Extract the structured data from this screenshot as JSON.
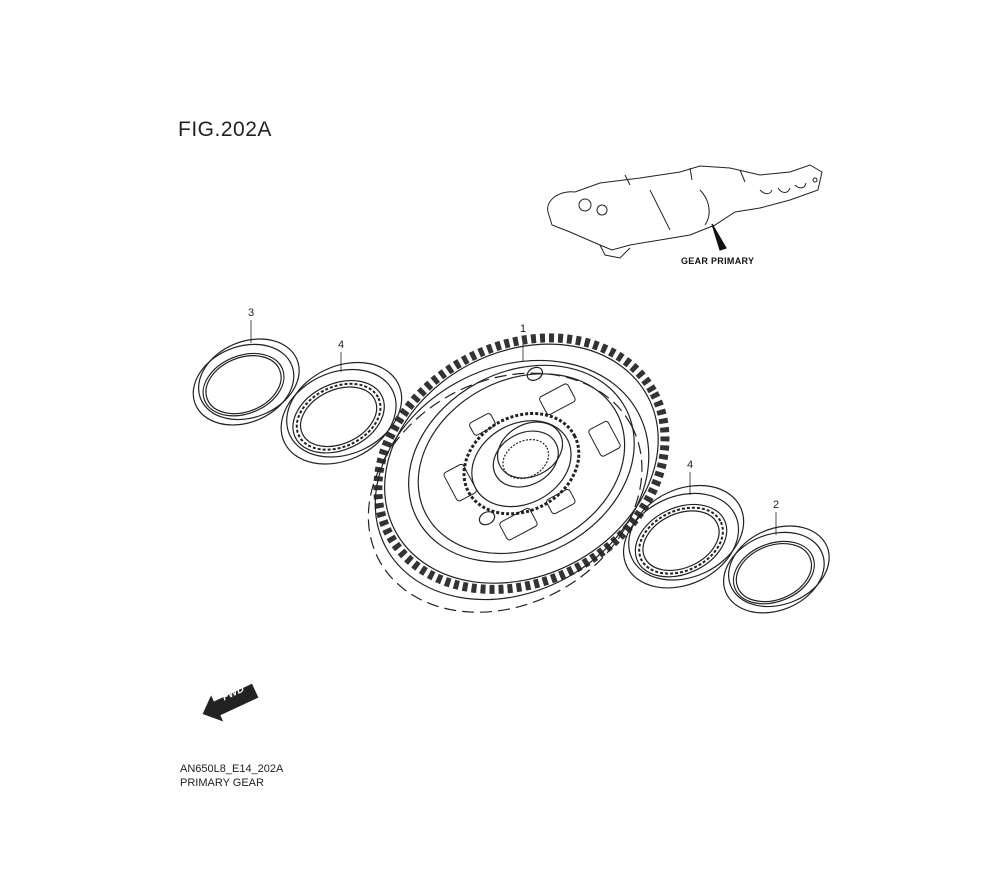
{
  "figure": {
    "title": "FIG.202A",
    "inset_label": "GEAR PRIMARY",
    "code": "AN650L8_E14_202A",
    "caption": "PRIMARY GEAR",
    "fwd_label": "FWD"
  },
  "callouts": [
    {
      "number": "3",
      "part": "seal"
    },
    {
      "number": "4",
      "part": "bearing"
    },
    {
      "number": "1",
      "part": "primary gear"
    },
    {
      "number": "4",
      "part": "bearing"
    },
    {
      "number": "2",
      "part": "seal"
    }
  ]
}
